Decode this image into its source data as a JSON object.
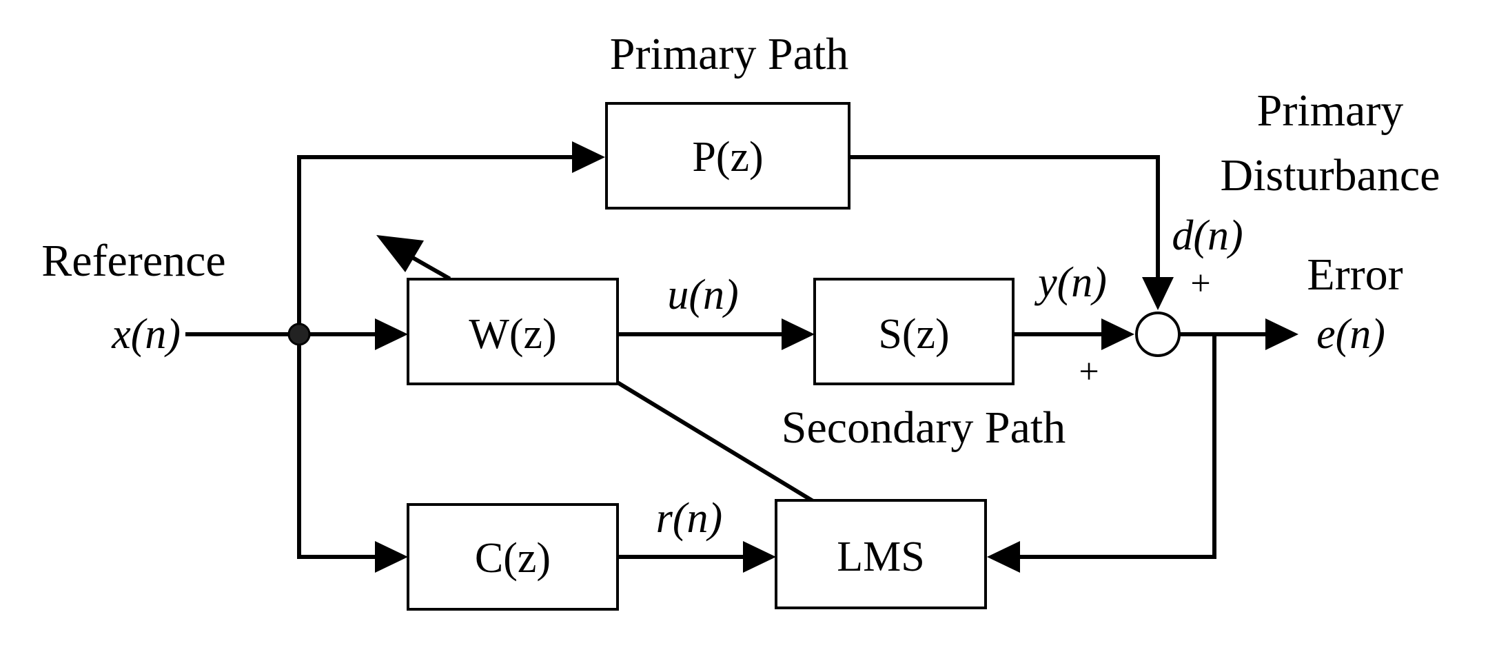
{
  "labels": {
    "primary_path_title": "Primary Path",
    "primary_disturbance_line1": "Primary",
    "primary_disturbance_line2": "Disturbance",
    "reference": "Reference",
    "error": "Error",
    "secondary_path_title": "Secondary Path"
  },
  "blocks": {
    "primary_path": "P(z)",
    "adaptive_filter": "W(z)",
    "secondary_path": "S(z)",
    "secondary_path_estimate": "C(z)",
    "lms": "LMS"
  },
  "signals": {
    "reference": "x(n)",
    "control_output": "u(n)",
    "secondary_output": "y(n)",
    "disturbance": "d(n)",
    "error": "e(n)",
    "filtered_reference": "r(n)"
  },
  "summing_signs": {
    "disturbance_sign": "+",
    "secondary_sign": "+"
  },
  "colors": {
    "stroke": "#000000",
    "background": "#ffffff"
  }
}
